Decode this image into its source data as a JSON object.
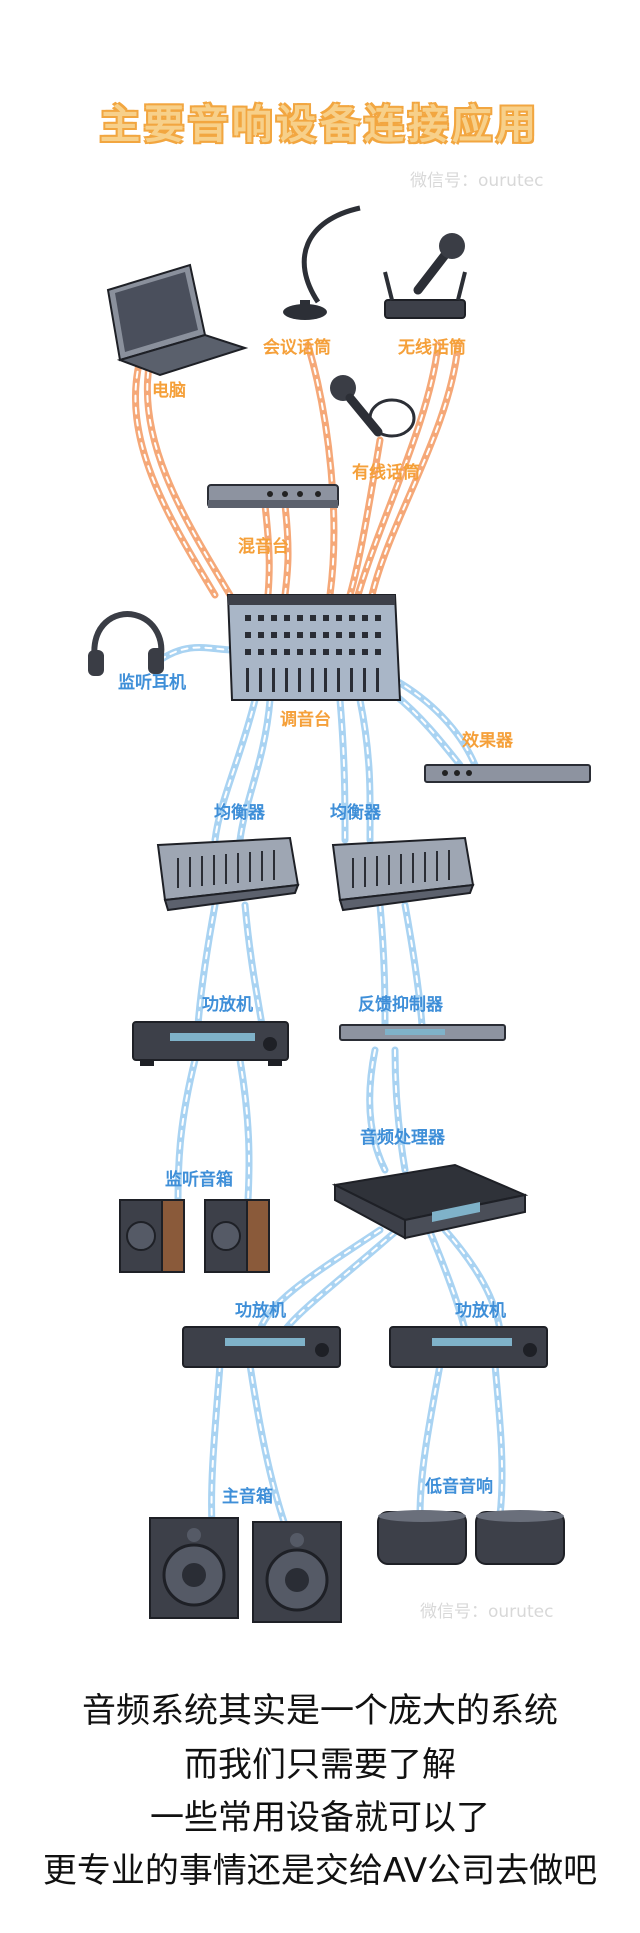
{
  "title": "主要音响设备连接应用",
  "watermark": "微信号：ourutec",
  "watermark2": "微信号：ourutec",
  "labels": {
    "computer": "电脑",
    "meeting_mic": "会议话筒",
    "wireless_mic": "无线话筒",
    "wired_mic": "有线话筒",
    "mixer_small": "混音台",
    "headphones": "监听耳机",
    "console": "调音台",
    "effects": "效果器",
    "eq_left": "均衡器",
    "eq_right": "均衡器",
    "amp_left": "功放机",
    "feedback": "反馈抑制器",
    "audio_processor": "音频处理器",
    "monitor_speakers": "监听音箱",
    "amp_bottom_left": "功放机",
    "amp_bottom_right": "功放机",
    "main_speakers": "主音箱",
    "subwoofer": "低音音响"
  },
  "caption": [
    "音频系统其实是一个庞大的系统",
    "而我们只需要了解",
    "一些常用设备就可以了",
    "更专业的事情还是交给AV公司去做吧"
  ],
  "colors": {
    "orange_cable": "#f5a878",
    "blue_cable": "#a9d3f2",
    "label_orange": "#f5a03a",
    "label_blue": "#3f8fd8",
    "device": "#3d4049",
    "title": "#f7d08a"
  }
}
